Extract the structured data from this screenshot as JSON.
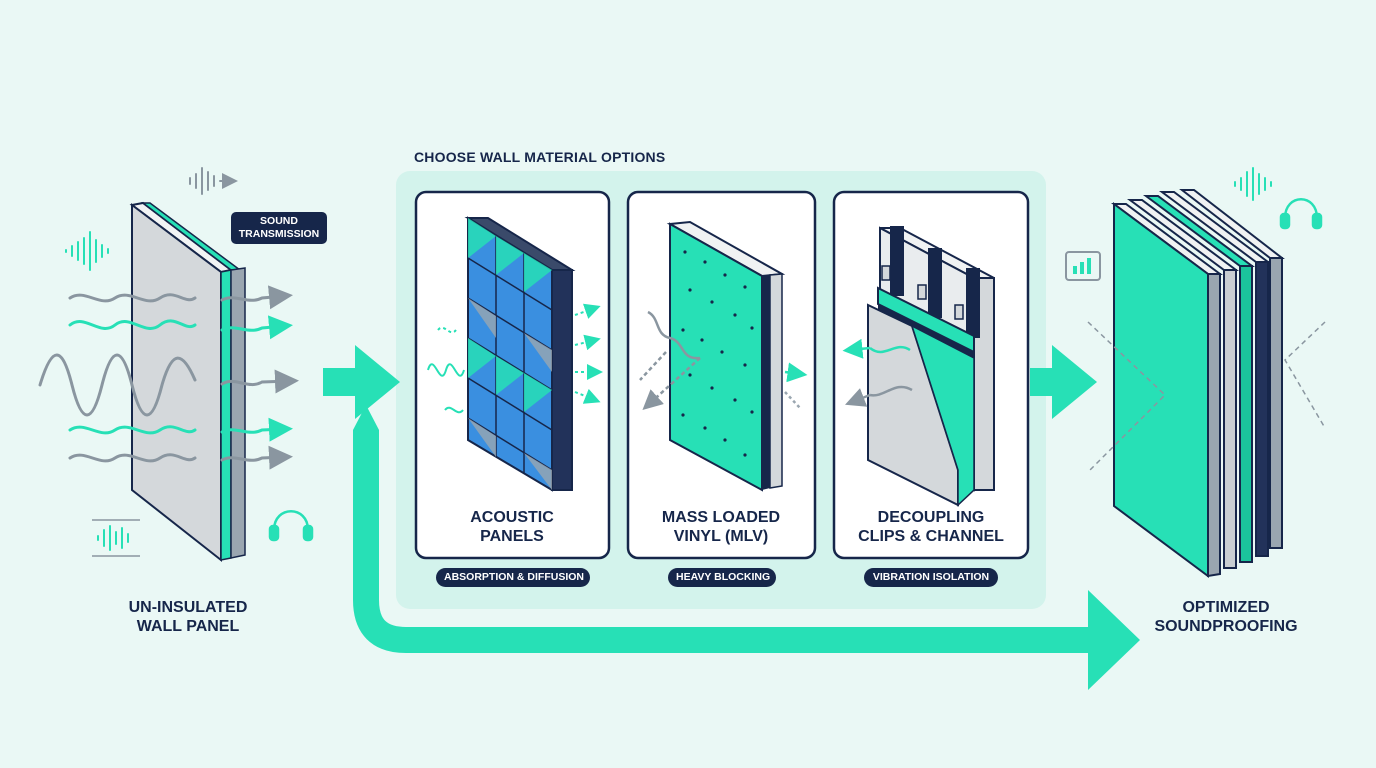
{
  "diagram": {
    "title": "CHOOSE WALL MATERIAL OPTIONS",
    "left_panel": {
      "line1": "UN-INSULATED",
      "line2": "WALL PANEL"
    },
    "right_panel": {
      "line1": "OPTIMIZED",
      "line2": "SOUNDPROOFING"
    },
    "callout": {
      "line1": "SOUND",
      "line2": "TRANSMISSION"
    },
    "options": [
      {
        "line1": "ACOUSTIC",
        "line2": "PANELS",
        "badge": "ABSORPTION & DIFFUSION"
      },
      {
        "line1": "MASS LOADED",
        "line2": "VINYL (MLV)",
        "badge": "HEAVY BLOCKING"
      },
      {
        "line1": "DECOUPLING",
        "line2": "CLIPS & CHANNEL",
        "badge": "VIBRATION ISOLATION"
      }
    ]
  },
  "colors": {
    "background": "#eaf8f5",
    "accent": "#27e0b6",
    "navy": "#16264a",
    "panel_gray": "#d4d8db",
    "blue": "#3a8fe0"
  },
  "icons": [
    "sound-wave-icon",
    "headphones-icon",
    "bar-chart-icon",
    "arrow-right-icon"
  ]
}
